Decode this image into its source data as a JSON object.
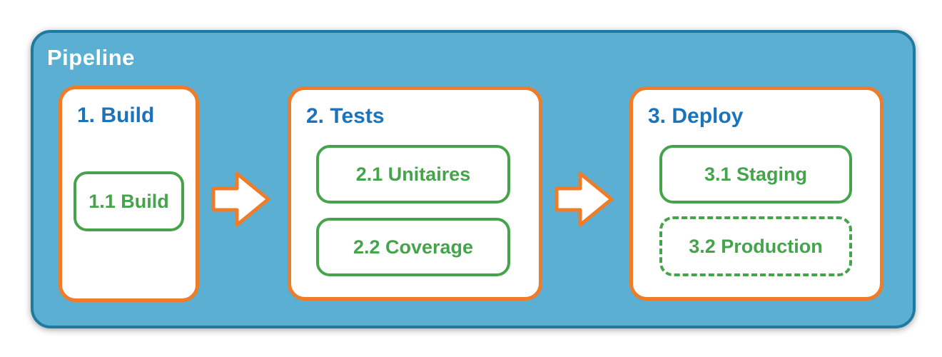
{
  "diagram": {
    "title": "Pipeline",
    "stages": [
      {
        "title": "1. Build",
        "steps": [
          {
            "label": "1.1 Build",
            "border": "solid"
          }
        ]
      },
      {
        "title": "2. Tests",
        "steps": [
          {
            "label": "2.1 Unitaires",
            "border": "solid"
          },
          {
            "label": "2.2 Coverage",
            "border": "solid"
          }
        ]
      },
      {
        "title": "3. Deploy",
        "steps": [
          {
            "label": "3.1 Staging",
            "border": "solid"
          },
          {
            "label": "3.2 Production",
            "border": "dashed"
          }
        ]
      }
    ],
    "connectors": [
      {
        "type": "arrow-right",
        "from": "1. Build",
        "to": "2. Tests"
      },
      {
        "type": "arrow-right",
        "from": "2. Tests",
        "to": "3. Deploy"
      }
    ],
    "colors": {
      "container_fill": "#5BAFD3",
      "container_border": "#1E7A9E",
      "container_title_text": "#FFFFFF",
      "card_fill": "#FFFFFF",
      "card_border": "#EE7C29",
      "stage_title_text": "#1B74BB",
      "step_border": "#45A44B",
      "step_text": "#45A44B",
      "arrow_fill": "#FFFFFF",
      "arrow_border": "#EE7C29"
    }
  }
}
